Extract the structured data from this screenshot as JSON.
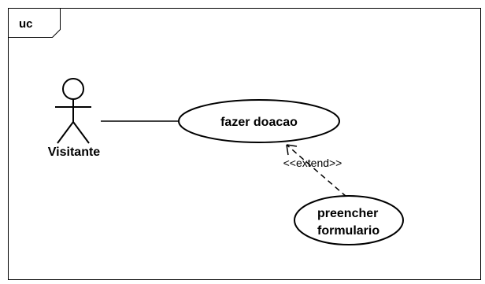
{
  "frame": {
    "label": "uc"
  },
  "actor": {
    "name": "Visitante",
    "icon": "stick-figure-icon"
  },
  "use_cases": [
    {
      "label_lines": [
        "fazer doacao"
      ]
    },
    {
      "label_lines": [
        "preencher",
        "formulario"
      ]
    }
  ],
  "relationships": [
    {
      "type": "association",
      "from": "Visitante",
      "to": "fazer doacao"
    },
    {
      "type": "extend",
      "stereotype": "<<extend>>",
      "from": "preencher formulario",
      "to": "fazer doacao"
    }
  ]
}
